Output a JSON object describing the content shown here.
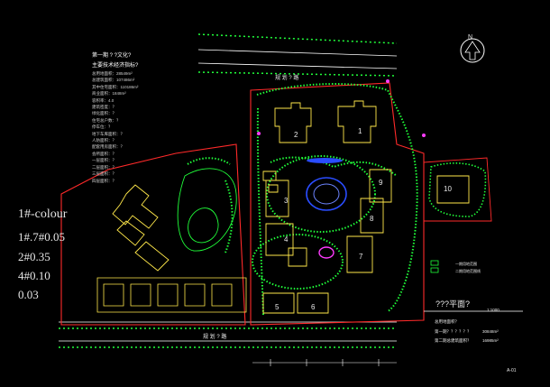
{
  "drawing": {
    "background": "#000000",
    "colors": {
      "boundary_red": "#ff2a2a",
      "building_yellow": "#ffe84a",
      "vegetation_green": "#20ff3a",
      "road_white": "#ffffff",
      "water_blue": "#2a4dff",
      "accent_magenta": "#ff3cff",
      "dim_text": "#c8c8c8"
    },
    "north_arrow_label": "N",
    "road_label_top": "规 划 ? 路",
    "road_label_bottom": "规 划 ? 路",
    "sheet_number": "A-01"
  },
  "notes_block": {
    "title": "第一期 ? ?文化?",
    "subtitle": "主要技术经济指标?",
    "lines": [
      "总用地面积：28549m²",
      "总建筑面积：107486m²",
      "其中住宅面积：110186m²",
      "商业面积：1848m²",
      "容积率：4.0",
      "建筑密度：？",
      "绿化面积：？",
      "住宅总户数：？",
      "停车位：？",
      "地下车库面积：？",
      "人防面积：？",
      "配套用房面积：？",
      "会所面积：？",
      "一层面积：？",
      "二层面积：？",
      "三层面积：？",
      "四层面积：？"
    ]
  },
  "line_weight_legend": {
    "heading": "1#-colour",
    "items": [
      "1#.7#0.05",
      "2#0.35",
      "4#0.10",
      "0.03"
    ]
  },
  "building_numbers": [
    "1",
    "2",
    "3",
    "4",
    "5",
    "6",
    "7",
    "8",
    "9",
    "10"
  ],
  "title_block": {
    "title": "???平面?",
    "scale": "1:1000",
    "rows": [
      "总用地面积？",
      "第一期？？？？？？",
      "第二期总建筑面积？"
    ],
    "values": [
      "",
      "30848m²",
      "16985m²"
    ]
  },
  "plan_legend": {
    "items": [
      "一期用地范围",
      "二期用地范围线"
    ]
  }
}
